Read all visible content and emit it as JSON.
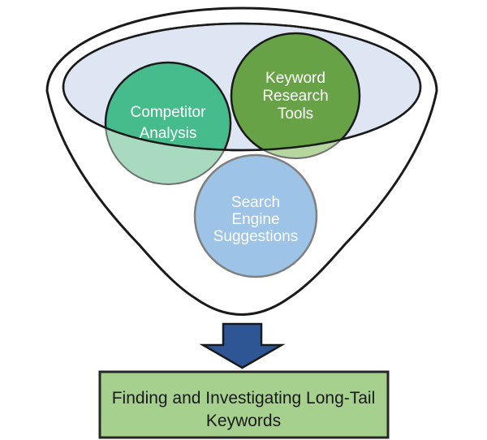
{
  "diagram": {
    "kind": "funnel",
    "background": "#FFFFFF",
    "funnel": {
      "outline_color": "#1A1A1A",
      "body_fill": "#FFFFFF",
      "mouth_fill": "#DEE6F3"
    },
    "sources": [
      {
        "id": "competitor-analysis",
        "label_lines": [
          "Competitor",
          "Analysis"
        ],
        "fill_inside_mouth": "#46BC8D",
        "fill_below_mouth": "#A8DAC0",
        "outline_inside": "#1A1A1A",
        "outline_below": "#707070",
        "text_color": "#FFFFFF"
      },
      {
        "id": "keyword-research-tools",
        "label_lines": [
          "Keyword",
          "Research",
          "Tools"
        ],
        "fill_inside_mouth": "#67A346",
        "fill_below_mouth": "#B5D69E",
        "outline_inside": "#1A1A1A",
        "outline_below": "#707070",
        "text_color": "#FFFFFF"
      },
      {
        "id": "search-engine-suggestions",
        "label_lines": [
          "Search",
          "Engine",
          "Suggestions"
        ],
        "fill": "#9DC3E6",
        "outline": "#7F7F7F",
        "text_color": "#FFFFFF"
      }
    ],
    "arrow": {
      "direction": "down",
      "fill": "#2F5694",
      "outline": "#1A1A1A"
    },
    "result_box": {
      "label_lines": [
        "Finding and Investigating Long-Tail",
        "Keywords"
      ],
      "fill": "#A6D08D",
      "outline": "#262626",
      "text_color": "#1A1A1A"
    }
  }
}
